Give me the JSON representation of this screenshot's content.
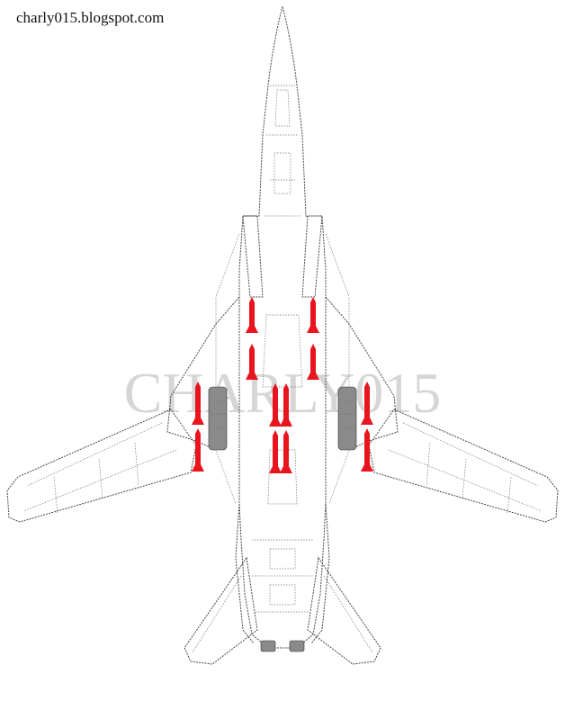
{
  "header": {
    "site_label": "charly015.blogspot.com"
  },
  "watermark": {
    "text": "CHARLY015"
  },
  "colors": {
    "missile": "#e8141e",
    "line": "#444444",
    "watermark": "#c9c9c9"
  },
  "stores": {
    "missile_count": 12
  }
}
